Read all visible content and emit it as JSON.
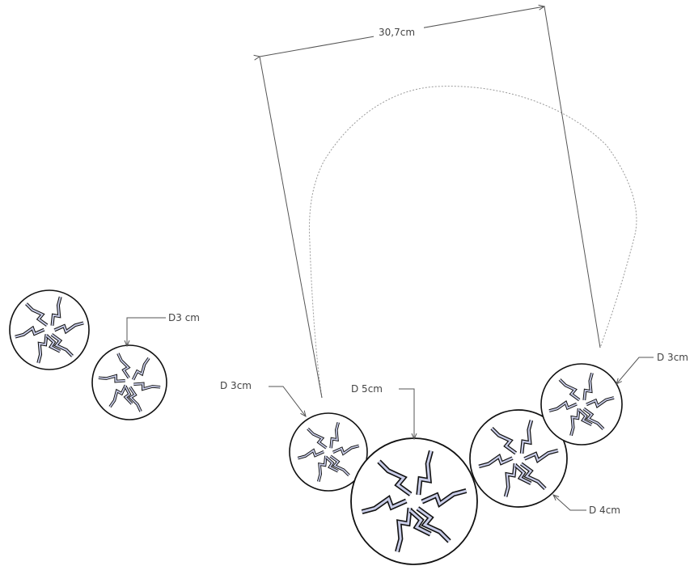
{
  "dimension_label": "30,7cm",
  "labels": {
    "earring_diameter": "D3 cm",
    "left_pendant": "D  3cm",
    "center_pendant": "D 5cm",
    "right_pendant": "D 4cm",
    "far_right_pendant": "D 3cm"
  },
  "colors": {
    "outline": "#111111",
    "fill": "#c9cde8",
    "line": "#555555",
    "chain": "#9a9a9a"
  },
  "icons": [
    "snowflake-motif"
  ]
}
